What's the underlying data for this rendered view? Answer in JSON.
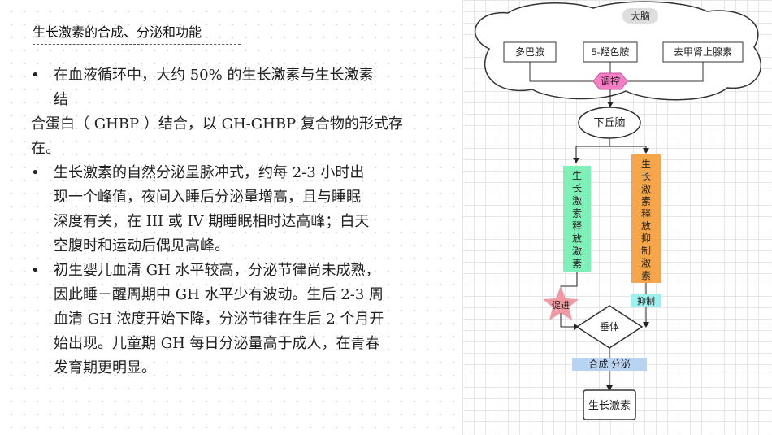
{
  "slide": {
    "title": "生长激素的合成、分泌和功能",
    "bullets": [
      {
        "lines": [
          "在血液循环中，大约 50% 的生长激素与生长激素",
          "结"
        ]
      },
      {
        "continuation": true,
        "lines": [
          "合蛋白（ GHBP ）结合，以 GH-GHBP 复合物的形式存",
          "在。"
        ]
      },
      {
        "lines": [
          "生长激素的自然分泌呈脉冲式，约每 2-3 小时出",
          "现一个峰值，夜间入睡后分泌量增高，且与睡眠",
          "深度有关，在 III 或 IV 期睡眠相时达高峰；白天",
          "空腹时和运动后偶见高峰。"
        ]
      },
      {
        "lines": [
          "初生婴儿血清 GH 水平较高，分泌节律尚未成熟，",
          "因此睡－醒周期中 GH 水平少有波动。生后 2-3 周",
          "血清 GH 浓度开始下降，分泌节律在生后 2 个月开",
          "始出现。儿童期 GH 每日分泌量高于成人，在青春",
          "发育期更明显。"
        ]
      }
    ],
    "bullet_symbol": "•"
  },
  "diagram": {
    "brain_label": "大脑",
    "neurotransmitters": [
      "多巴胺",
      "5-羟色胺",
      "去甲肾上腺素"
    ],
    "regulate_label": "调控",
    "hypothalamus": "下丘脑",
    "ghrh": "生长激素释放激素",
    "ghih": "生长激素释放抑制激素",
    "promote": "促进",
    "inhibit": "抑制",
    "pituitary": "垂体",
    "synthesis": "合成 分泌",
    "gh": "生长激素",
    "colors": {
      "ghrh": "#7ff0b8",
      "ghih": "#f5a64a",
      "regulate": "#f47fc4",
      "promote": "#f29aa3",
      "inhibit": "#9ef0ee",
      "synthesis": "#b9d4f2"
    }
  }
}
